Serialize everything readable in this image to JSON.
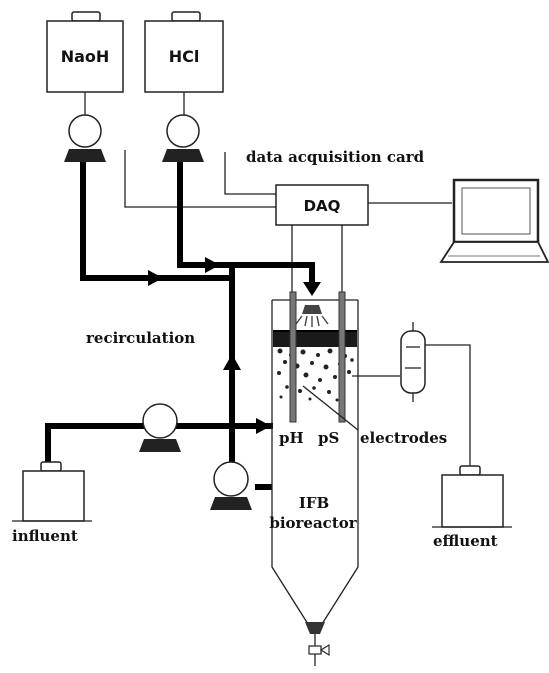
{
  "labels": {
    "naoh": "NaoH",
    "hcl": "HCl",
    "daq_card": "data acquisition card",
    "daq": "DAQ",
    "recirculation": "recirculation",
    "ph": "pH",
    "ps": "pS",
    "electrodes": "electrodes",
    "reactor_line1": "IFB",
    "reactor_line2": "bioreactor",
    "influent": "influent",
    "effluent": "effluent"
  }
}
